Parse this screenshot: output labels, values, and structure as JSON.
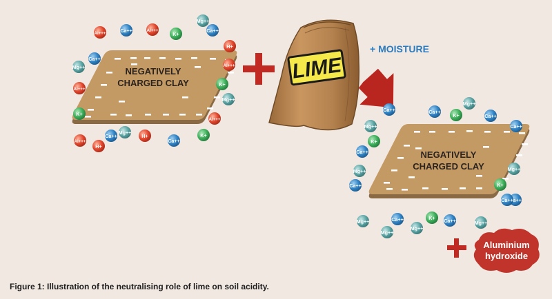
{
  "clay_left": {
    "label_line1": "NEGATIVELY",
    "label_line2": "CHARGED CLAY"
  },
  "clay_right": {
    "label_line1": "NEGATIVELY",
    "label_line2": "CHARGED CLAY"
  },
  "lime_bag": {
    "label": "LIME"
  },
  "moisture_label": "+ MOISTURE",
  "product": {
    "line1": "Aluminium",
    "line2": "hydroxide"
  },
  "caption": "Figure 1: Illustration of the neutralising role of lime on soil acidity.",
  "colors": {
    "background": "#f2e8e2",
    "clay": "#c49a64",
    "clay_edge": "#8a6a45",
    "plus_red": "#c02a22",
    "arrow_red": "#b8261f",
    "bag": "#b8844f",
    "lime_label": "#f4e84a",
    "moisture_blue": "#2a7cc0",
    "aluminium_hydroxide": "#c0342b",
    "ion_ca": "#2f82c4",
    "ion_al": "#e0452c",
    "ion_h": "#e0452c",
    "ion_k": "#3cae5a",
    "ion_mg": "#5aa3a3"
  },
  "ions_left": [
    {
      "type": "Al",
      "text": "Al+++"
    },
    {
      "type": "Ca",
      "text": "Ca++"
    },
    {
      "type": "Al",
      "text": "Al+++"
    },
    {
      "type": "K",
      "text": "K+"
    },
    {
      "type": "Mg",
      "text": "Mg++"
    },
    {
      "type": "Ca",
      "text": "Ca++"
    },
    {
      "type": "H",
      "text": "H+"
    },
    {
      "type": "Al",
      "text": "Al+++"
    },
    {
      "type": "K",
      "text": "K+"
    },
    {
      "type": "Mg",
      "text": "Mg++"
    },
    {
      "type": "Al",
      "text": "Al+++"
    },
    {
      "type": "K",
      "text": "K+"
    },
    {
      "type": "Ca",
      "text": "Ca++"
    },
    {
      "type": "H",
      "text": "H+"
    },
    {
      "type": "Mg",
      "text": "Mg++"
    },
    {
      "type": "Ca",
      "text": "Ca++"
    },
    {
      "type": "H",
      "text": "H+"
    },
    {
      "type": "Al",
      "text": "Al+++"
    },
    {
      "type": "K",
      "text": "K+"
    },
    {
      "type": "Al",
      "text": "Al+++"
    },
    {
      "type": "Mg",
      "text": "Mg++"
    },
    {
      "type": "Ca",
      "text": "Ca++"
    }
  ],
  "ions_right": [
    {
      "type": "Ca",
      "text": "Ca++"
    },
    {
      "type": "Ca",
      "text": "Ca++"
    },
    {
      "type": "K",
      "text": "K+"
    },
    {
      "type": "Mg",
      "text": "Mg++"
    },
    {
      "type": "Ca",
      "text": "Ca++"
    },
    {
      "type": "Ca",
      "text": "Ca++"
    },
    {
      "type": "Mg",
      "text": "Mg++"
    },
    {
      "type": "K",
      "text": "K+"
    },
    {
      "type": "Ca",
      "text": "Ca++"
    },
    {
      "type": "Mg",
      "text": "Mg++"
    },
    {
      "type": "Ca",
      "text": "Ca++"
    },
    {
      "type": "Mg",
      "text": "Mg++"
    },
    {
      "type": "K",
      "text": "K+"
    },
    {
      "type": "Ca",
      "text": "Ca++"
    },
    {
      "type": "Mg",
      "text": "Mg++"
    },
    {
      "type": "Mg",
      "text": "Mg++"
    },
    {
      "type": "Ca",
      "text": "Ca++"
    },
    {
      "type": "Mg",
      "text": "Mg++"
    },
    {
      "type": "K",
      "text": "K+"
    },
    {
      "type": "Ca",
      "text": "Ca++"
    },
    {
      "type": "Mg",
      "text": "Mg++"
    },
    {
      "type": "Ca",
      "text": "Ca++"
    }
  ]
}
